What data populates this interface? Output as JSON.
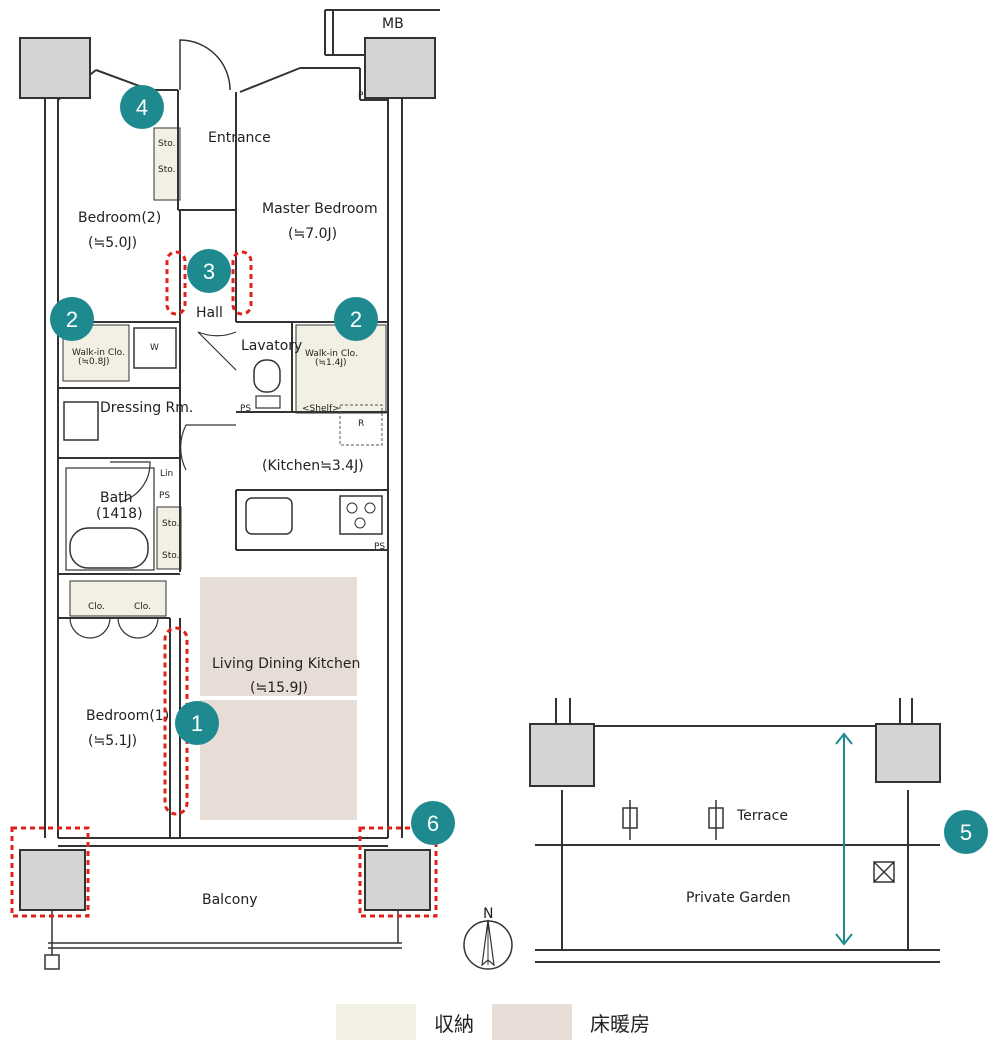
{
  "colors": {
    "storage_fill": "#f2efe3",
    "floor_heating_fill": "#e8ddd6",
    "marker_fill": "#1e8a8f",
    "highlight_red": "#e0201a",
    "wall_gray": "#d4d4d4",
    "line": "#333333"
  },
  "rooms": {
    "mb": "MB",
    "entrance": "Entrance",
    "bedroom2_name": "Bedroom(2)",
    "bedroom2_size": "(≒5.0J)",
    "master_name": "Master Bedroom",
    "master_size": "(≒7.0J)",
    "hall": "Hall",
    "walkin_left_name": "Walk-in Clo.",
    "walkin_left_size": "(≒0.8J)",
    "w": "W",
    "lavatory": "Lavatory",
    "walkin_right_name": "Walk-in Clo.",
    "walkin_right_size": "(≒1.4J)",
    "shelf": "<Shelf>",
    "dressing": "Dressing Rm.",
    "r": "R",
    "kitchen": "(Kitchen≒3.4J)",
    "lin": "Lin",
    "bath_name": "Bath",
    "bath_size": "(1418)",
    "ldk_name": "Living Dining Kitchen",
    "ldk_size": "(≒15.9J)",
    "bedroom1_name": "Bedroom(1)",
    "bedroom1_size": "(≒5.1J)",
    "balcony": "Balcony",
    "terrace": "Terrace",
    "garden": "Private Garden",
    "sto": "Sto.",
    "clo": "Clo.",
    "ps": "PS",
    "p": "P",
    "north": "N"
  },
  "markers": [
    {
      "id": "1",
      "label": "1"
    },
    {
      "id": "2a",
      "label": "2"
    },
    {
      "id": "2b",
      "label": "2"
    },
    {
      "id": "3",
      "label": "3"
    },
    {
      "id": "4",
      "label": "4"
    },
    {
      "id": "5",
      "label": "5"
    },
    {
      "id": "6",
      "label": "6"
    }
  ],
  "legend": [
    {
      "label": "収納",
      "color": "#f2efe3"
    },
    {
      "label": "床暖房",
      "color": "#e8ddd6"
    }
  ]
}
